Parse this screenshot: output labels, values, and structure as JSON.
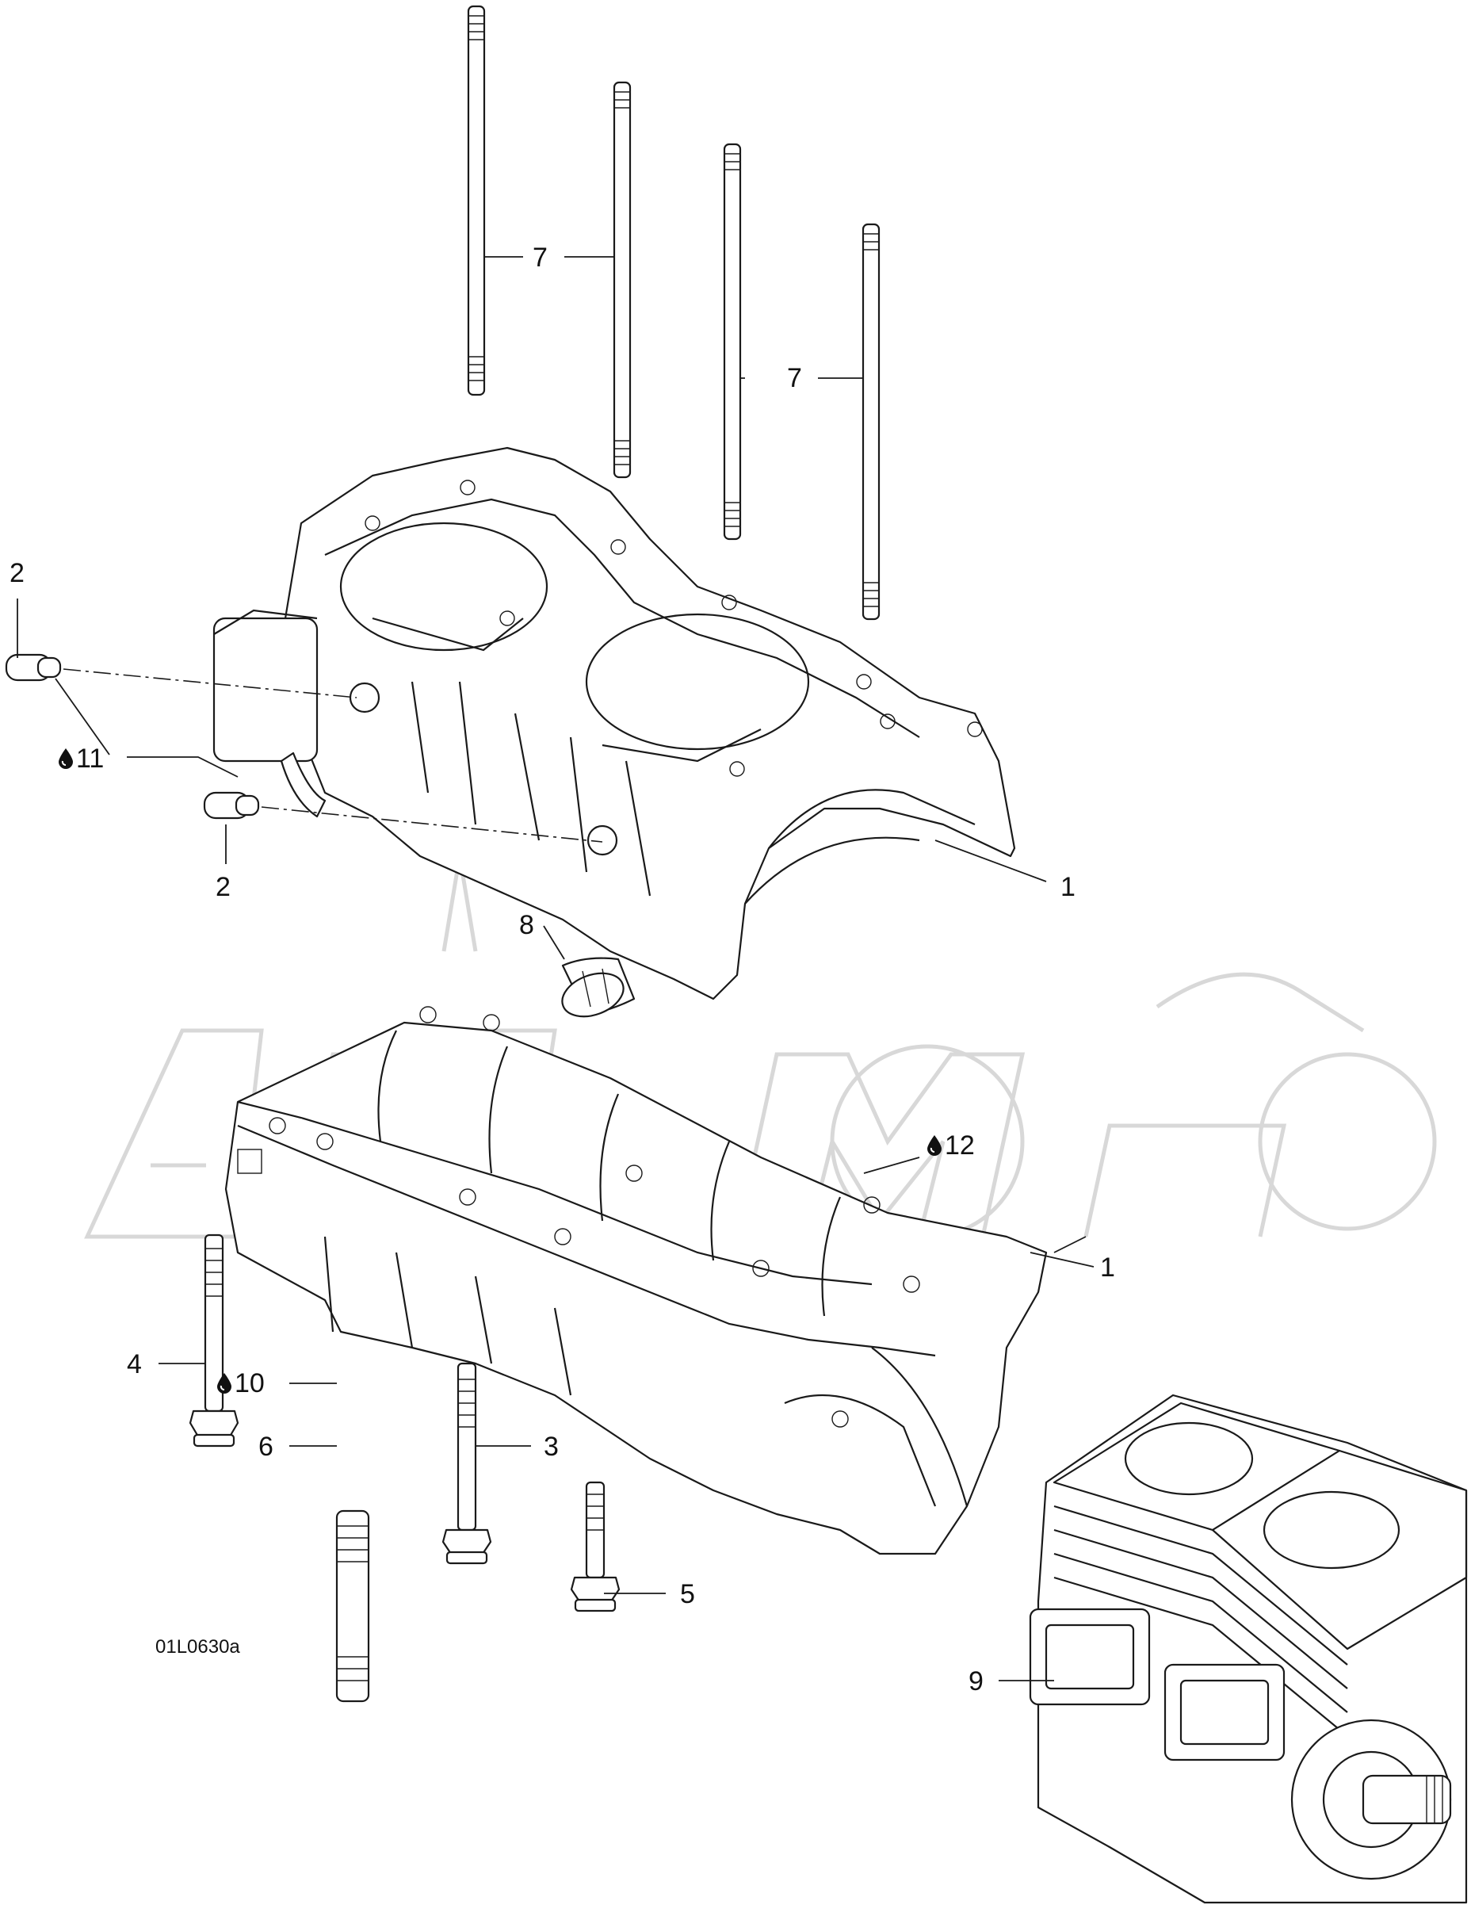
{
  "diagram": {
    "reference_code": "01L0630a",
    "watermark_text": "ArtMoto",
    "callouts": [
      {
        "id": "c7a",
        "text": "7"
      },
      {
        "id": "c7b",
        "text": "7"
      },
      {
        "id": "c2a",
        "text": "2"
      },
      {
        "id": "c11",
        "text": "11",
        "lubricant": true
      },
      {
        "id": "c2b",
        "text": "2"
      },
      {
        "id": "c1a",
        "text": "1"
      },
      {
        "id": "c8",
        "text": "8"
      },
      {
        "id": "c12",
        "text": "12",
        "lubricant": true
      },
      {
        "id": "c1b",
        "text": "1"
      },
      {
        "id": "c4",
        "text": "4"
      },
      {
        "id": "c10",
        "text": "10",
        "lubricant": true
      },
      {
        "id": "c6",
        "text": "6"
      },
      {
        "id": "c3",
        "text": "3"
      },
      {
        "id": "c5",
        "text": "5"
      },
      {
        "id": "c9",
        "text": "9"
      }
    ],
    "parts": [
      {
        "name": "upper-crankcase-half",
        "callout": "1"
      },
      {
        "name": "lower-crankcase-half",
        "callout": "1"
      },
      {
        "name": "fitting",
        "callout": "2"
      },
      {
        "name": "screw",
        "callout": "3"
      },
      {
        "name": "screw",
        "callout": "4"
      },
      {
        "name": "screw",
        "callout": "5"
      },
      {
        "name": "stud",
        "callout": "6"
      },
      {
        "name": "long-stud",
        "callout": "7"
      },
      {
        "name": "sleeve",
        "callout": "8"
      },
      {
        "name": "engine-assembly",
        "callout": "9"
      }
    ],
    "colors": {
      "line": "#1a1a1a",
      "background": "#ffffff",
      "watermark": "#d8d8d8"
    }
  }
}
